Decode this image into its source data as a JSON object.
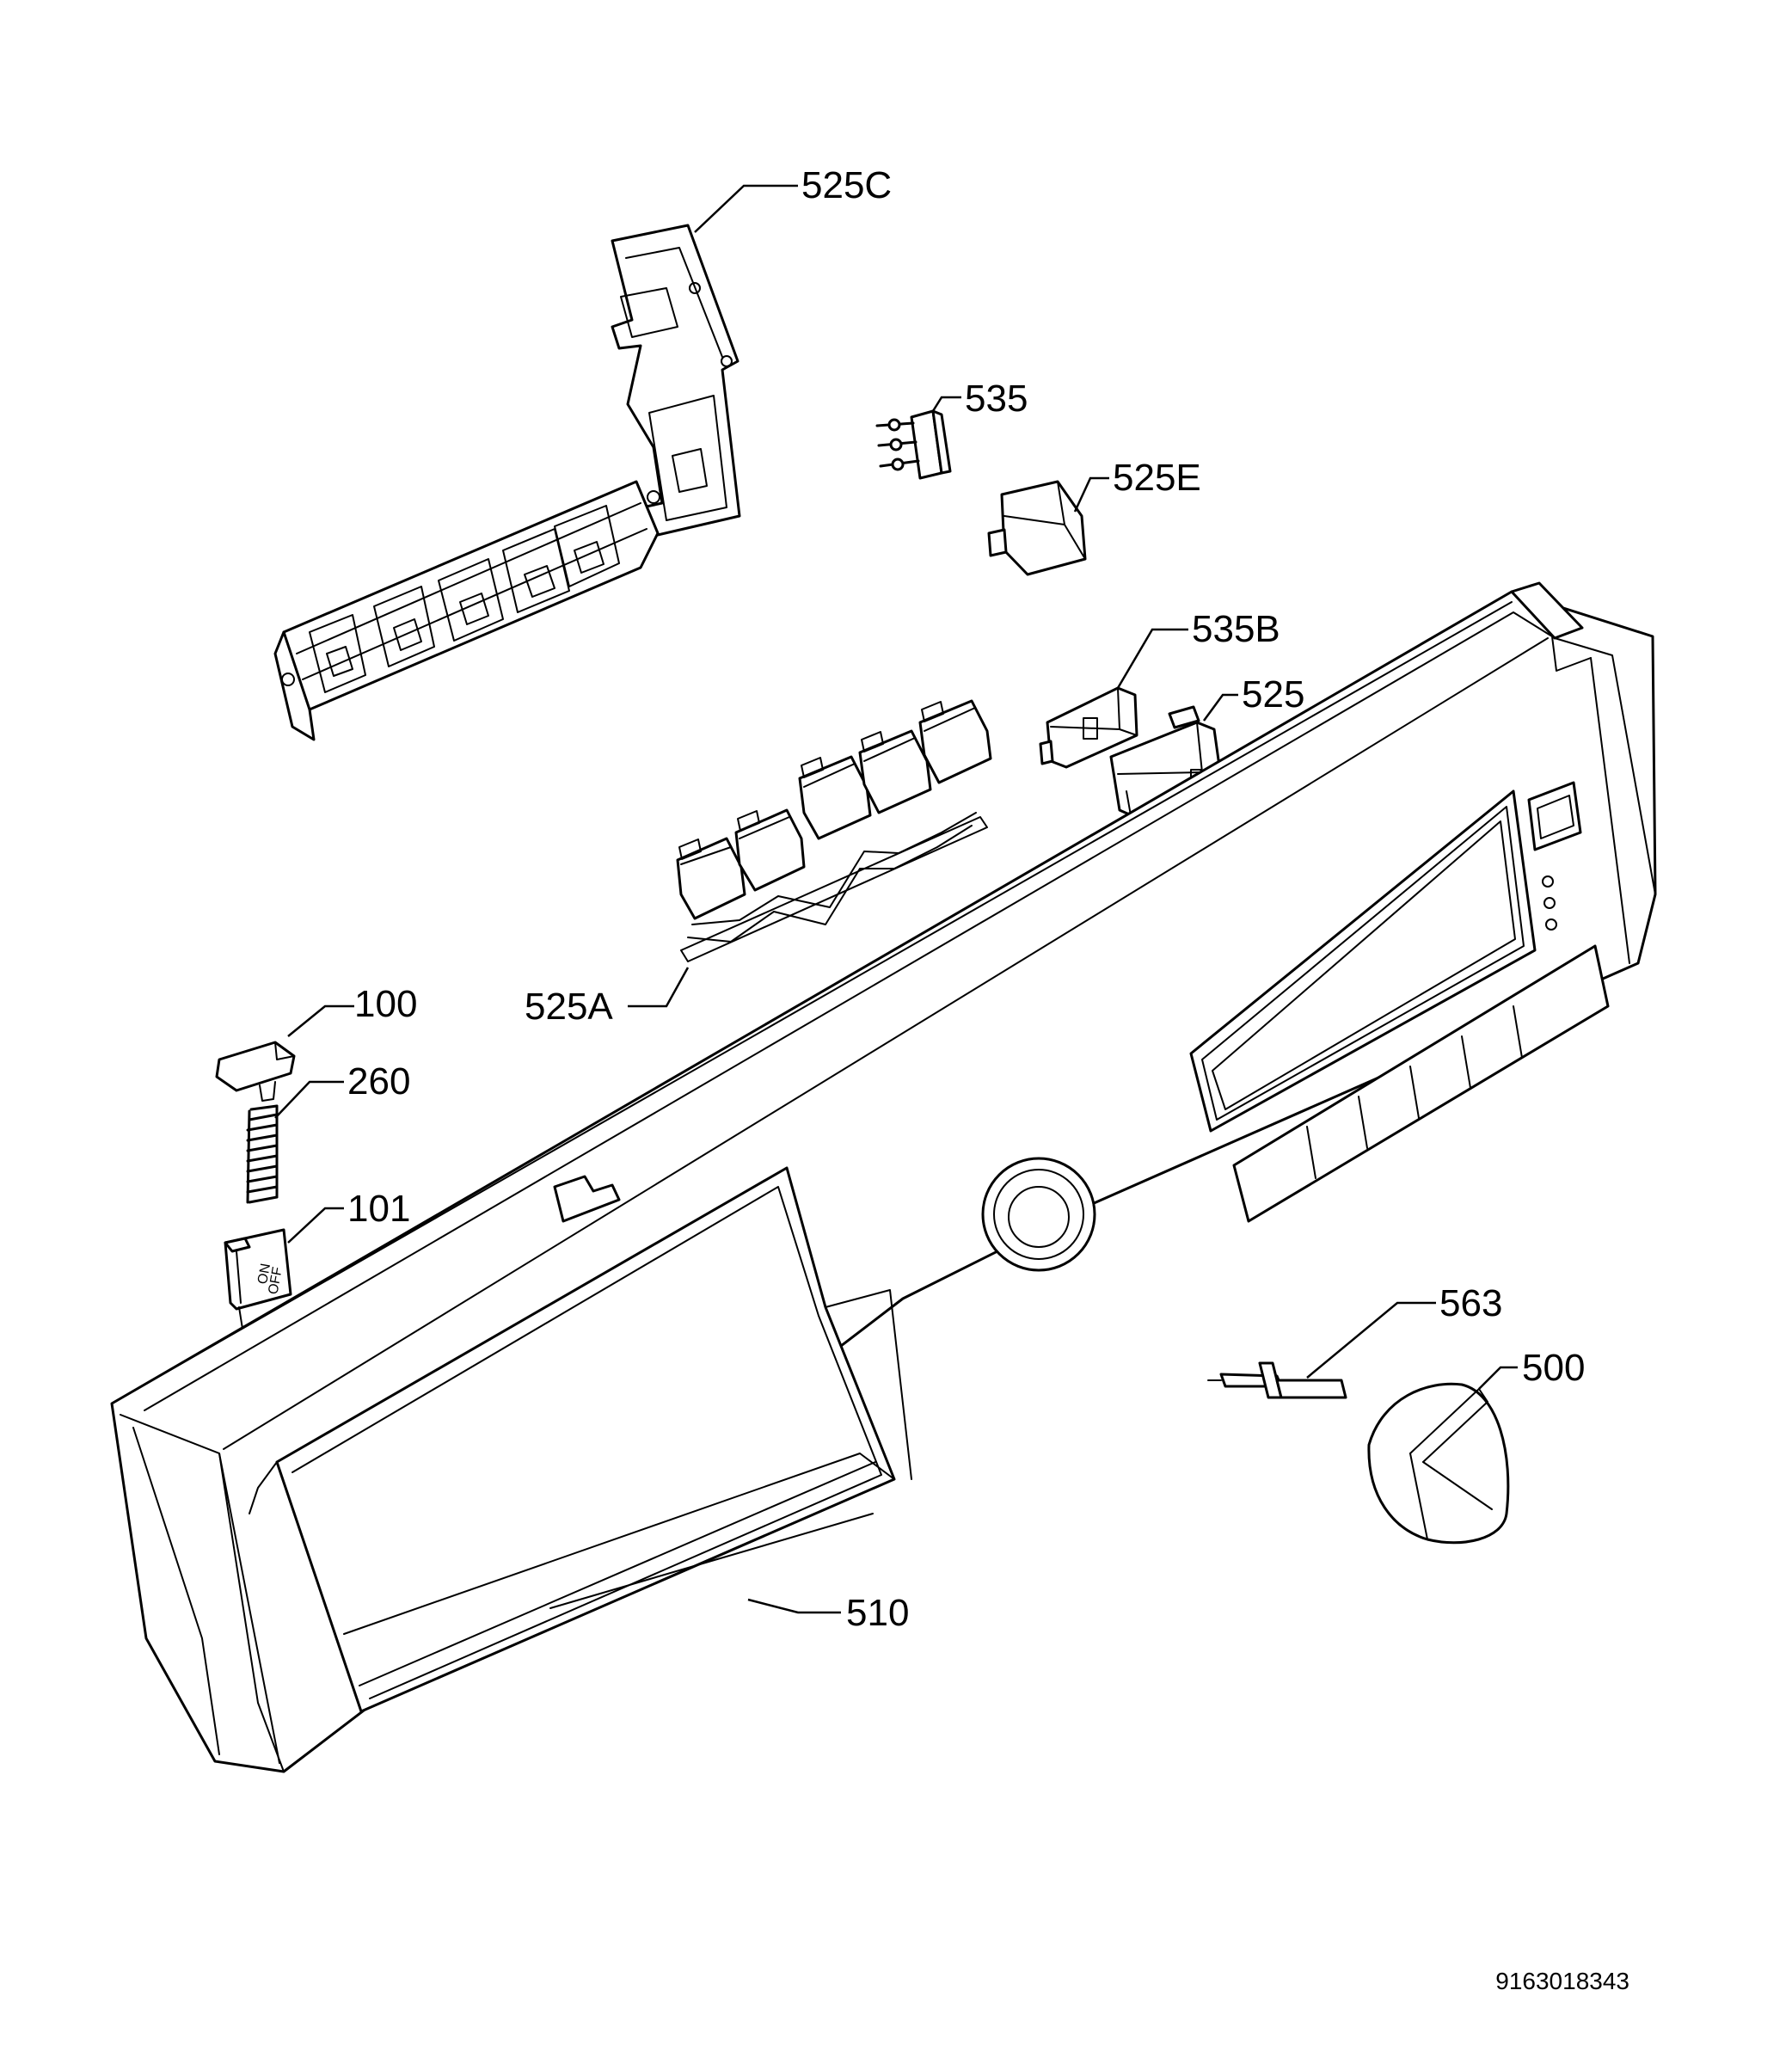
{
  "labels": {
    "p525C": "525C",
    "p535": "535",
    "p525E": "525E",
    "p535B": "535B",
    "p525": "525",
    "p525A": "525A",
    "p100": "100",
    "p260": "260",
    "p101": "101",
    "p563": "563",
    "p500": "500",
    "p510": "510"
  },
  "switch_text": {
    "on": "ON",
    "off": "OFF"
  },
  "doc_number": "9163018343"
}
